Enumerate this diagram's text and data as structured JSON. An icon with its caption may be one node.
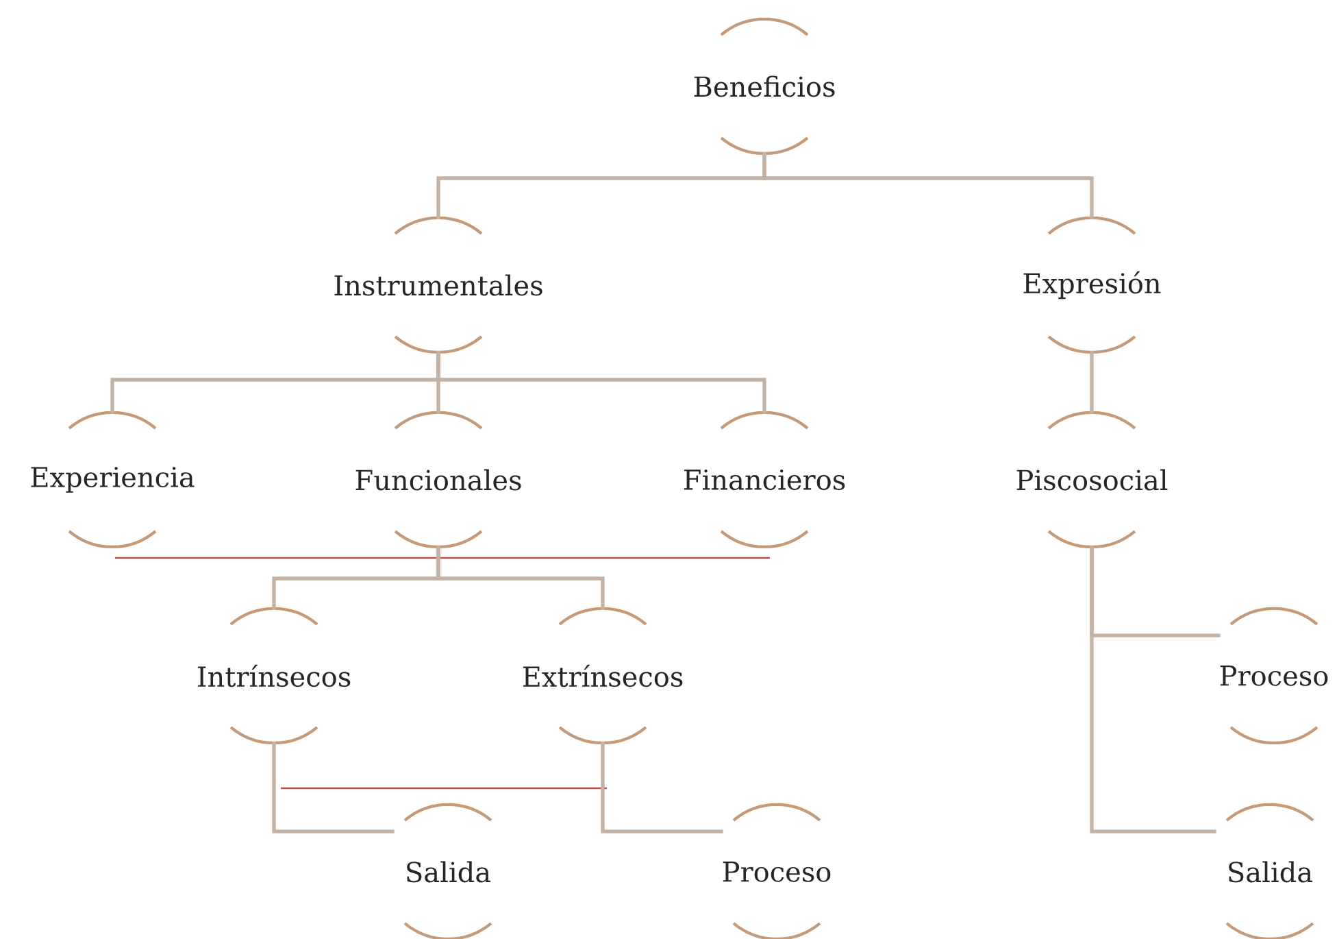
{
  "diagram": {
    "nodes": [
      {
        "text": [
          "Beneficios"
        ]
      },
      {
        "text": [
          "Instrumentales"
        ]
      },
      {
        "text": [
          "Expresión"
        ]
      },
      {
        "text": [
          "Experiencia"
        ]
      },
      {
        "text": [
          "Funcionales"
        ]
      },
      {
        "text": [
          "Financieros"
        ]
      },
      {
        "text": [
          "Piscosocial"
        ]
      },
      {
        "text": [
          "Intrínsecos"
        ]
      },
      {
        "text": [
          "Extrínsecos"
        ]
      },
      {
        "text": [
          "Proceso"
        ]
      },
      {
        "text": [
          "Salida"
        ]
      },
      {
        "text": [
          "Proceso"
        ]
      },
      {
        "text": [
          "Salida"
        ]
      }
    ],
    "edges": [
      {
        "from": 0,
        "to": 1,
        "arrow": "none"
      },
      {
        "from": 0,
        "to": 2,
        "arrow": "none"
      },
      {
        "from": 1,
        "to": 3,
        "arrow": "none"
      },
      {
        "from": 1,
        "to": 4,
        "arrow": "none"
      },
      {
        "from": 1,
        "to": 5,
        "arrow": "none"
      },
      {
        "from": 2,
        "to": 6,
        "arrow": "none"
      },
      {
        "from": 4,
        "to": 7,
        "arrow": "none"
      },
      {
        "from": 4,
        "to": 8,
        "arrow": "none"
      },
      {
        "from": 6,
        "to": 9,
        "arrow": "none"
      },
      {
        "from": 6,
        "to": 12,
        "arrow": "none"
      },
      {
        "from": 7,
        "to": 10,
        "arrow": "none"
      },
      {
        "from": 8,
        "to": 11,
        "arrow": "none"
      }
    ]
  }
}
